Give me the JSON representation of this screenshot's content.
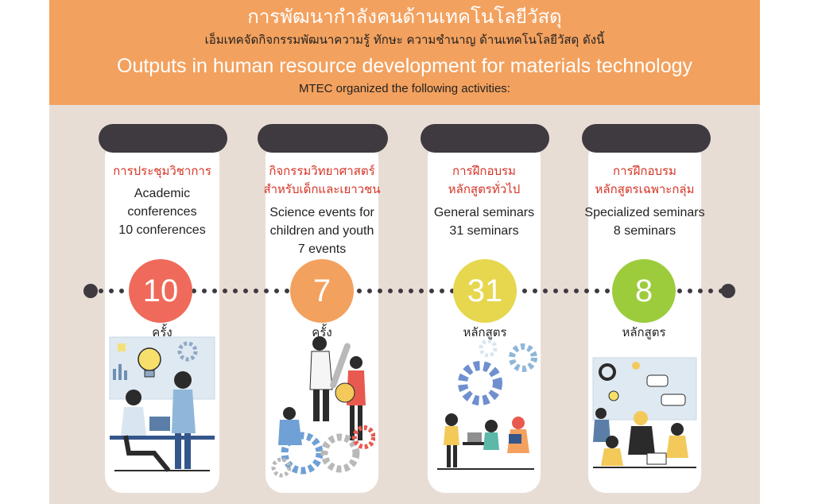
{
  "header": {
    "title_th": "การพัฒนากำลังคนด้านเทคโนโลยีวัสดุ",
    "subtitle_th": "เอ็มเทคจัดกิจกรรมพัฒนาความรู้ ทักษะ ความชำนาญ ด้านเทคโนโลยีวัสดุ ดังนี้",
    "title_en": "Outputs in human resource development for materials technology",
    "subtitle_en": "MTEC organized the following activities:"
  },
  "colors": {
    "header_bg": "#f3a15e",
    "panel_bg": "#e8ddd5",
    "tab_dark": "#3f3a40",
    "label_red": "#d63324",
    "circle_1": "#ef6a5a",
    "circle_2": "#f3a15e",
    "circle_3": "#e6d74e",
    "circle_4": "#9ccc3c"
  },
  "activities": [
    {
      "label_th": [
        "การประชุมวิชาการ"
      ],
      "label_en": [
        "Academic",
        "conferences",
        "10 conferences"
      ],
      "count": "10",
      "unit_th": "ครั้ง",
      "illustration": "office-meeting-illustration"
    },
    {
      "label_th": [
        "กิจกรรมวิทยาศาสตร์",
        "สำหรับเด็กและเยาวชน"
      ],
      "label_en": [
        "Science events for",
        "children and youth",
        "7 events"
      ],
      "count": "7",
      "unit_th": "ครั้ง",
      "illustration": "gears-teamwork-illustration"
    },
    {
      "label_th": [
        "การฝึกอบรม",
        "หลักสูตรทั่วไป"
      ],
      "label_en": [
        "General seminars",
        "31 seminars"
      ],
      "count": "31",
      "unit_th": "หลักสูตร",
      "illustration": "seminar-group-illustration"
    },
    {
      "label_th": [
        "การฝึกอบรม",
        "หลักสูตรเฉพาะกลุ่ม"
      ],
      "label_en": [
        "Specialized seminars",
        "8 seminars"
      ],
      "count": "8",
      "unit_th": "หลักสูตร",
      "illustration": "brainstorm-team-illustration"
    }
  ]
}
